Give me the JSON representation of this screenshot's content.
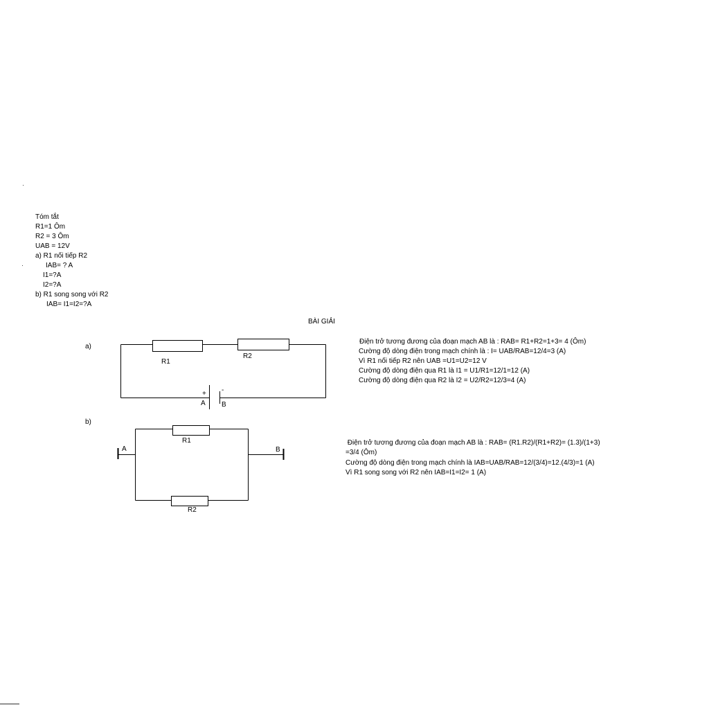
{
  "summary": {
    "heading": "Tóm tắt",
    "lines": [
      "R1=1 Ôm",
      "R2 = 3 Ôm",
      "UAB = 12V",
      "a) R1 nối tiếp R2",
      "IAB= ? A",
      "I1=?A",
      "I2=?A",
      "b) R1 song song với R2",
      "IAB= I1=I2=?A"
    ]
  },
  "solution_title": "BÀI GIẢI",
  "part_a": {
    "label": "a)",
    "labels": {
      "r1": "R1",
      "r2": "R2",
      "plus": "+",
      "minus": "-",
      "a": "A",
      "b": "B"
    },
    "lines": [
      "Điện trở tương đương của đoạn mạch AB là : RAB= R1+R2=1+3= 4 (Ôm)",
      "Cường độ dòng điện trong mạch chính là : I= UAB/RAB=12/4=3 (A)",
      "Vì R1 nối tiếp R2 nên UAB =U1=U2=12 V",
      "Cường độ dòng điện qua R1 là I1 = U1/R1=12/1=12 (A)",
      "Cường độ dòng điện qua R2 là I2 = U2/R2=12/3=4 (A)"
    ]
  },
  "part_b": {
    "label": "b)",
    "labels": {
      "r1": "R1",
      "r2": "R2",
      "a": "A",
      "b": "B"
    },
    "lines": [
      " Điện trở tương đương của đoạn mạch AB là : RAB= (R1.R2)/(R1+R2)= (1.3)/(1+3)",
      "=3/4 (Ôm)",
      "Cường độ dòng điện trong mạch chính là IAB=UAB/RAB=12/(3/4)=12.(4/3)=1 (A)",
      "Vì R1 song song với R2 nên IAB=I1=I2= 1 (A)"
    ]
  }
}
